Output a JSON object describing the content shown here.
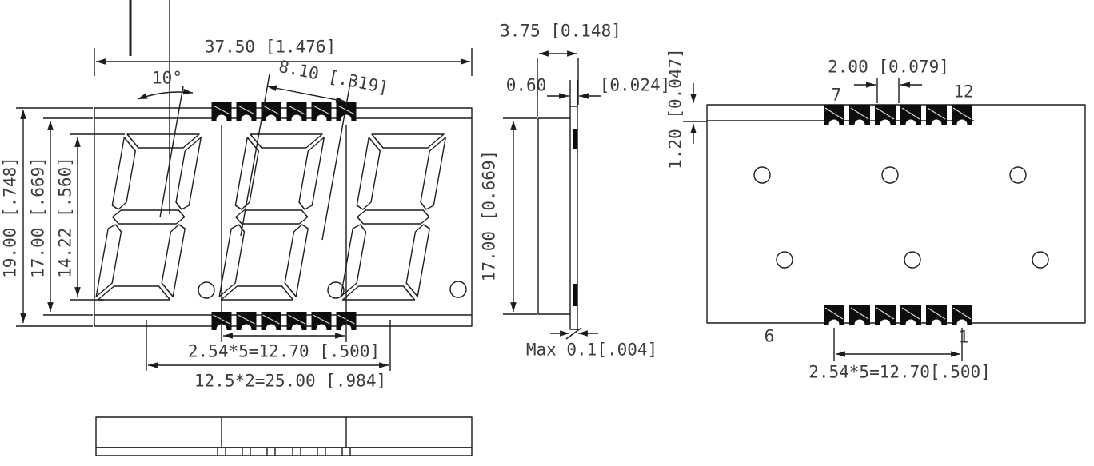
{
  "front_view": {
    "overall_width": "37.50 [1.476]",
    "digit_slant_angle": "10°",
    "pad_span_slanted": "8.10 [.319]",
    "overall_height": "19.00 [.748]",
    "body_height": "17.00 [.669]",
    "digit_height": "14.22 [.560]",
    "pad_pitch_span": "2.54*5=12.70 [.500]",
    "digit_pitch_span": "12.5*2=25.00 [.984]"
  },
  "side_view": {
    "overall_depth": "3.75 [0.148]",
    "backplate_thickness_mm": "0.60",
    "backplate_thickness_in": "[0.024]",
    "body_height": "17.00 [0.669]",
    "flatness": "Max 0.1[.004]"
  },
  "back_view": {
    "pad_width": "2.00 [0.079]",
    "pad_depth": "1.20 [0.047]",
    "pin_top_left": "7",
    "pin_top_right": "12",
    "pin_bottom_left": "6",
    "pin_bottom_right": "1",
    "pad_pitch_span": "2.54*5=12.70[.500]"
  },
  "colors": {
    "line": "#1c1c1c",
    "text": "#3c3c3c",
    "pad_fill": "#0d0d0d",
    "background": "#ffffff"
  }
}
